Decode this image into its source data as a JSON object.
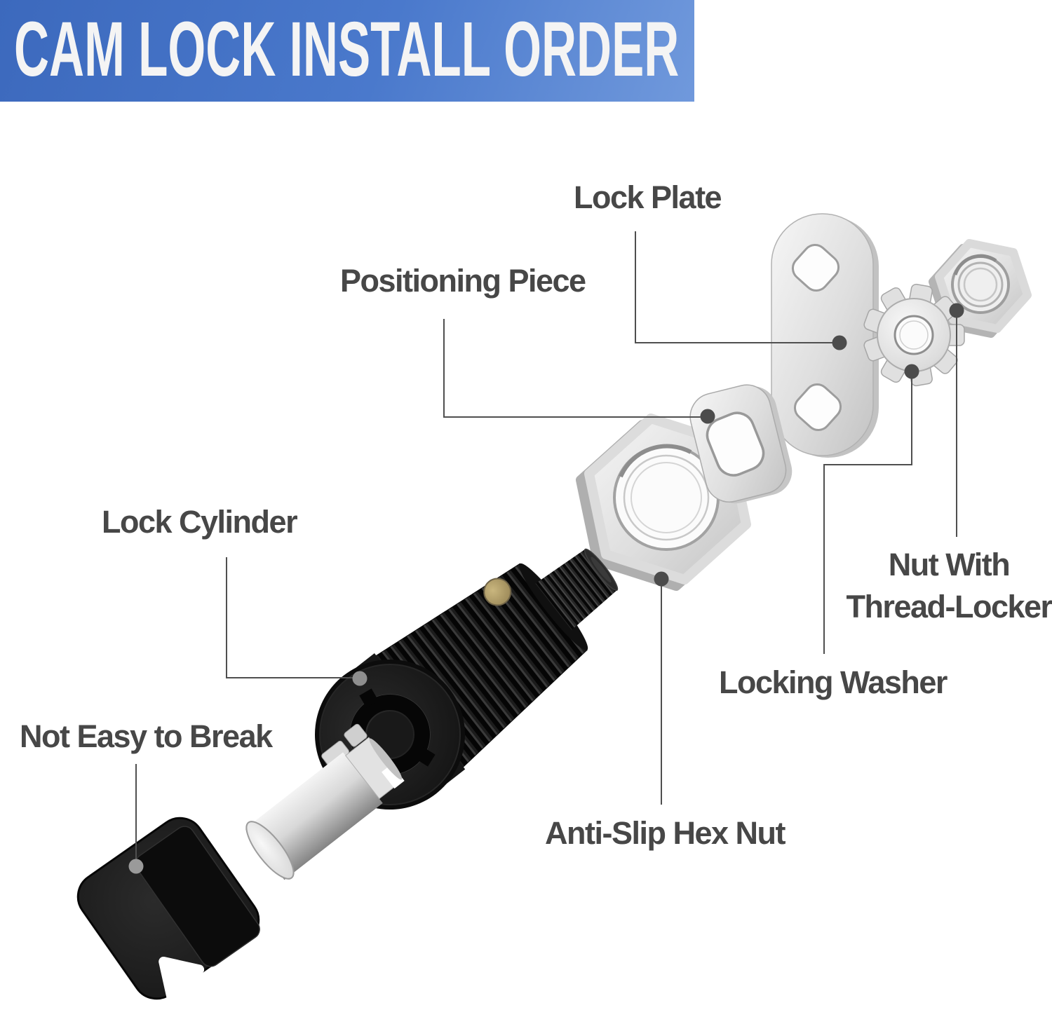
{
  "header": {
    "title": "CAM LOCK INSTALL ORDER"
  },
  "callouts": {
    "lock_plate": "Lock Plate",
    "positioning_piece": "Positioning Piece",
    "lock_cylinder": "Lock Cylinder",
    "not_easy_to_break": "Not Easy to Break",
    "nut_with_thread_locker": {
      "line1": "Nut With",
      "line2": "Thread-Locker"
    },
    "locking_washer": "Locking Washer",
    "anti_slip_hex_nut": "Anti-Slip Hex Nut"
  },
  "parts": [
    "key",
    "lock-cylinder",
    "anti-slip-hex-nut",
    "positioning-piece",
    "lock-plate",
    "locking-washer",
    "nut-with-thread-locker"
  ],
  "colors": {
    "banner_gradient_start": "#3c69bd",
    "banner_gradient_end": "#7099dc",
    "banner_text": "#f4f4f4",
    "label_text": "#474747",
    "leader_line": "#4f4f4f",
    "background": "#ffffff",
    "brass_pin": "#b3a06b",
    "metal_silver": "#d9d9d9",
    "lock_body_black": "#161616"
  }
}
